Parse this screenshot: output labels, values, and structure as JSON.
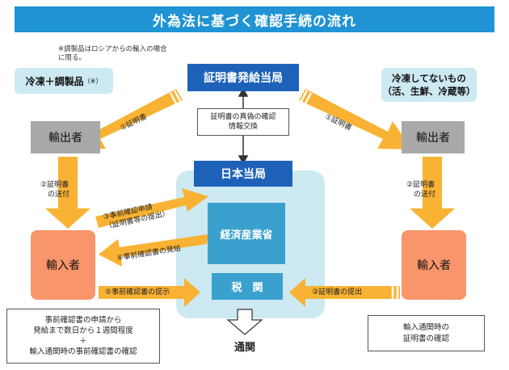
{
  "title": "外為法に基づく確認手続の流れ",
  "note": "※調製品はロシアからの輸入の場合に限る。",
  "left_category": {
    "main": "冷凍＋調製品",
    "suffix": "（※）"
  },
  "right_category": {
    "line1": "冷凍してないもの",
    "line2": "（活、生鮮、冷蔵等）"
  },
  "issuing_authority": "証明書発給当局",
  "exchange_box": {
    "line1": "証明書の真偽の確認",
    "line2": "情報交換"
  },
  "japan_authority": "日本当局",
  "meti": "経済産業省",
  "customs": "税　関",
  "exporter_left": "輸出者",
  "exporter_right": "輸出者",
  "importer_left": "輸入者",
  "importer_right": "輸入者",
  "labels": {
    "cert1_left": "①証明書",
    "cert1_right": "①証明書",
    "cert2_left": {
      "line1": "②証明書",
      "line2": "の送付"
    },
    "cert2_right": {
      "line1": "②証明書",
      "line2": "の送付"
    },
    "step3": {
      "line1": "③事前確認申請",
      "line2": "（証明書等の提出）"
    },
    "step4": "④事前確認書の発給",
    "step5": "⑤事前確認書の提示",
    "step3_right": "③証明書の提出"
  },
  "customs_clearance": "通関",
  "left_info": {
    "line1": "事前確認書の申請から",
    "line2": "発給まで数日から１週間程度",
    "line3": "＋",
    "line4": "輸入通関時の事前確認書の確認"
  },
  "right_info": {
    "line1": "輸入通関時の",
    "line2": "証明書の確認"
  },
  "colors": {
    "title": "#1f93d3",
    "authority": "#1d62b8",
    "arrow": "#f9b233",
    "importer": "#f8956a",
    "exporter": "#a9a9a9",
    "panel": "#cde9f1",
    "meti": "#3aa1cf"
  }
}
